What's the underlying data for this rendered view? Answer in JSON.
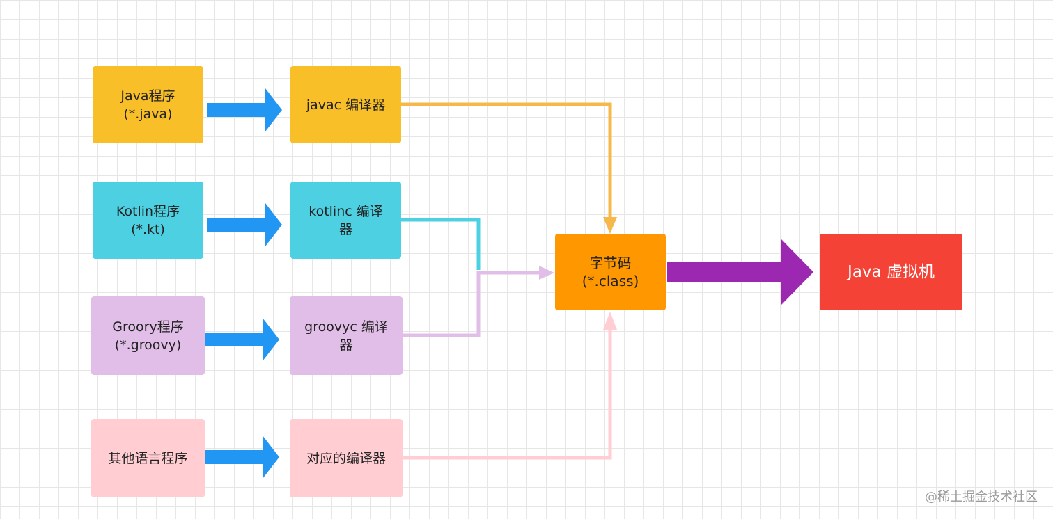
{
  "diagram": {
    "nodes": {
      "java_source": {
        "label": "Java程序\n(*.java)",
        "color": "#F9BF29"
      },
      "javac": {
        "label": "javac 编译器",
        "color": "#F9BF29"
      },
      "kotlin_source": {
        "label": "Kotlin程序\n(*.kt)",
        "color": "#4DD0E1"
      },
      "kotlinc": {
        "label": "kotlinc 编译\n器",
        "color": "#4DD0E1"
      },
      "groovy_source": {
        "label": "Groory程序\n(*.groovy)",
        "color": "#E1BEE7"
      },
      "groovyc": {
        "label": "groovyc 编译\n器",
        "color": "#E1BEE7"
      },
      "other_source": {
        "label": "其他语言程序",
        "color": "#FFCDD2"
      },
      "other_compiler": {
        "label": "对应的编译器",
        "color": "#FFCDD2"
      },
      "bytecode": {
        "label": "字节码\n(*.class)",
        "color": "#FF9800"
      },
      "jvm": {
        "label": "Java 虚拟机",
        "color": "#F44336"
      }
    },
    "edge_colors": {
      "source_to_compiler": "#2196F3",
      "javac_edge": "#F6B84B",
      "kotlinc_edge": "#4DD0E1",
      "groovyc_edge": "#E1BEE7",
      "other_edge": "#FFCDD2",
      "bytecode_to_jvm": "#9C27B0"
    }
  },
  "watermark": "@稀土掘金技术社区"
}
